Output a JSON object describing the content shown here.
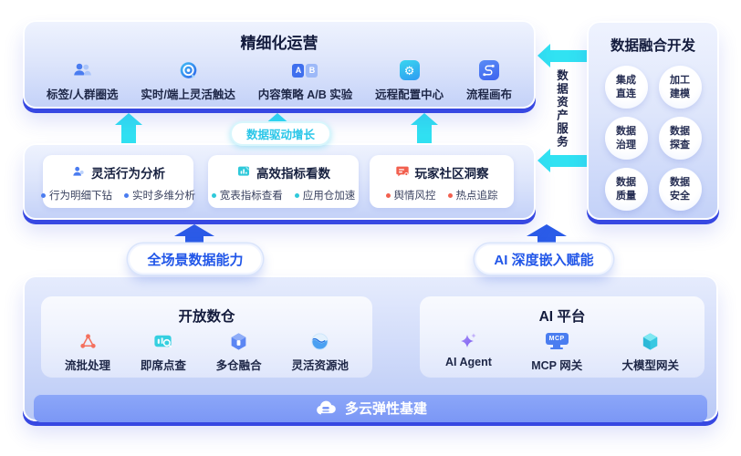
{
  "top_panel": {
    "title": "精细化运营",
    "items": [
      {
        "label": "标签/人群圈选",
        "icon": "users-icon"
      },
      {
        "label": "实时/端上灵活触达",
        "icon": "target-icon"
      },
      {
        "label": "内容策略 A/B 实验",
        "icon": "ab-test-icon",
        "badge_a": "A",
        "badge_b": "B"
      },
      {
        "label": "远程配置中心",
        "icon": "gear-icon"
      },
      {
        "label": "流程画布",
        "icon": "flow-icon"
      }
    ]
  },
  "fusion_panel": {
    "title": "数据融合开发",
    "vertical_label": "数据资产服务",
    "circles": [
      {
        "line1": "集成",
        "line2": "直连"
      },
      {
        "line1": "加工",
        "line2": "建模"
      },
      {
        "line1": "数据",
        "line2": "治理"
      },
      {
        "line1": "数据",
        "line2": "探查"
      },
      {
        "line1": "数据",
        "line2": "质量"
      },
      {
        "line1": "数据",
        "line2": "安全"
      }
    ]
  },
  "growth_badge": {
    "label": "数据驱动增长"
  },
  "middle_panel": {
    "cards": [
      {
        "title": "灵活行为分析",
        "icon": "behavior-user-icon",
        "bullets": [
          "行为明细下钻",
          "实时多维分析"
        ]
      },
      {
        "title": "高效指标看数",
        "icon": "metrics-board-icon",
        "bullets": [
          "宽表指标查看",
          "应用仓加速"
        ]
      },
      {
        "title": "玩家社区洞察",
        "icon": "community-chat-icon",
        "bullets": [
          "舆情风控",
          "热点追踪"
        ]
      }
    ]
  },
  "pills": {
    "left": "全场景数据能力",
    "right": "AI 深度嵌入赋能"
  },
  "bottom_panel": {
    "warehouse": {
      "title": "开放数仓",
      "items": [
        {
          "label": "流批处理",
          "icon": "stream-batch-icon"
        },
        {
          "label": "即席点查",
          "icon": "adhoc-query-icon"
        },
        {
          "label": "多仓融合",
          "icon": "multi-warehouse-icon"
        },
        {
          "label": "灵活资源池",
          "icon": "resource-pool-icon"
        }
      ]
    },
    "ai": {
      "title": "AI 平台",
      "mcp_badge": "MCP",
      "items": [
        {
          "label": "AI Agent",
          "icon": "ai-agent-sparkle-icon"
        },
        {
          "label": "MCP 网关",
          "icon": "mcp-gateway-icon"
        },
        {
          "label": "大模型网关",
          "icon": "llm-gateway-icon"
        }
      ]
    },
    "infra": {
      "label": "多云弹性基建",
      "icon": "cloud-icon"
    }
  },
  "colors": {
    "cyan_arrow": "#31e2f2",
    "blue_arrow": "#2b5ce8",
    "panel_edge": "#3748e2",
    "accent_blue": "#4a7cf0",
    "accent_teal": "#2fc9da",
    "accent_red": "#f2604f",
    "accent_purple": "#8b75f3",
    "infra_bar": "#7b97f6",
    "badge_text": "#29c6e8",
    "pill_text": "#2156e8"
  }
}
